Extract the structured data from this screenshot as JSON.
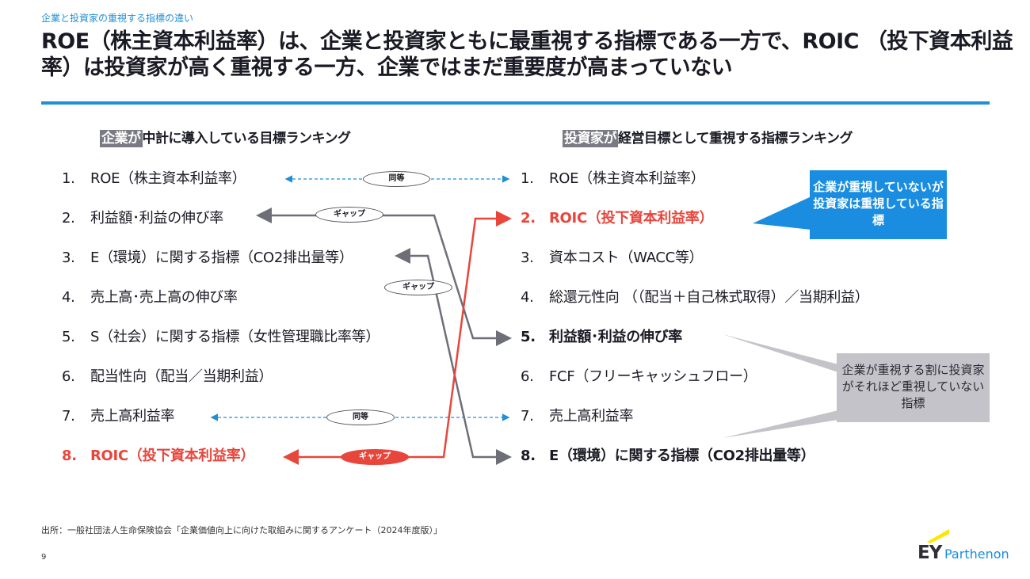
{
  "kicker": "企業と投資家の重視する指標の違い",
  "title": "ROE（株主資本利益率）は、企業と投資家ともに最重視する指標である一方で、ROIC （投下資本利益率）は投資家が高く重視する一方、企業ではまだ重要度が高まっていない",
  "left": {
    "head_hl": "企業が",
    "head_rest": "中計に導入している目標ランキング",
    "items": [
      {
        "num": "1.",
        "label": "ROE（株主資本利益率）"
      },
      {
        "num": "2.",
        "label": "利益額･利益の伸び率"
      },
      {
        "num": "3.",
        "label": "E（環境）に関する指標（CO2排出量等）"
      },
      {
        "num": "4.",
        "label": "売上高･売上高の伸び率"
      },
      {
        "num": "5.",
        "label": "S（社会）に関する指標（女性管理職比率等）"
      },
      {
        "num": "6.",
        "label": "配当性向（配当／当期利益）"
      },
      {
        "num": "7.",
        "label": "売上高利益率"
      },
      {
        "num": "8.",
        "label": "ROIC（投下資本利益率）"
      }
    ]
  },
  "right": {
    "head_hl": "投資家が",
    "head_rest": "経営目標として重視する指標ランキング",
    "items": [
      {
        "num": "1.",
        "label": "ROE（株主資本利益率）"
      },
      {
        "num": "2.",
        "label": "ROIC（投下資本利益率）"
      },
      {
        "num": "3.",
        "label": "資本コスト（WACC等）"
      },
      {
        "num": "4.",
        "label": "総還元性向 （（配当＋自己株式取得）／当期利益）"
      },
      {
        "num": "5.",
        "label": "利益額･利益の伸び率"
      },
      {
        "num": "6.",
        "label": "FCF（フリーキャッシュフロー）"
      },
      {
        "num": "7.",
        "label": "売上高利益率"
      },
      {
        "num": "8.",
        "label": "E（環境）に関する指標（CO2排出量等）"
      }
    ]
  },
  "pills": {
    "equal": "同等",
    "gap": "ギャップ"
  },
  "callout_blue": "企業が重視していないが投資家は重視している指標",
  "callout_gray": "企業が重視する割に投資家がそれほど重視していない指標",
  "source": "出所：一般社団法人生命保険協会「企業価値向上に向けた取組みに関するアンケート（2024年度版）」",
  "page_number": "9",
  "logo": {
    "ey": "EY",
    "name": "Parthenon"
  },
  "colors": {
    "accent": "#1f8fd6",
    "red": "#e8453b",
    "gray": "#6e6e78"
  }
}
